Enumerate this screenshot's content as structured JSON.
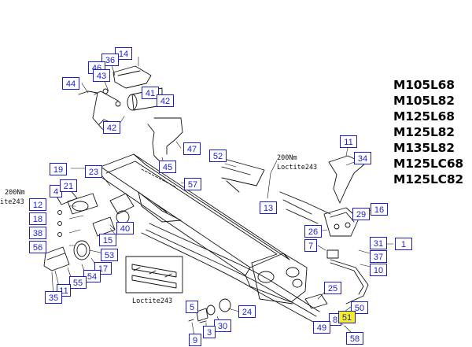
{
  "models": [
    "M105L68",
    "M105L82",
    "M125L68",
    "M125L82",
    "M135L82",
    "M125LC68",
    "M125LC82"
  ],
  "notes": {
    "torque_top": "200Nm",
    "loctite_top": "Loctite243",
    "torque_left": "200Nm",
    "loctite_left": "ite243",
    "loctite_bottom": "Loctite243"
  },
  "callouts": [
    "14",
    "36",
    "46",
    "43",
    "44",
    "41",
    "42",
    "42",
    "47",
    "45",
    "19",
    "23",
    "57",
    "52",
    "13",
    "11",
    "34",
    "12",
    "4",
    "21",
    "18",
    "38",
    "56",
    "16",
    "29",
    "26",
    "7",
    "31",
    "1",
    "37",
    "10",
    "15",
    "40",
    "53",
    "17",
    "54",
    "55",
    "11",
    "35",
    "25",
    "5",
    "24",
    "30",
    "3",
    "9",
    "8",
    "50",
    "49",
    "51",
    "58"
  ],
  "colors": {
    "callout_border": "#1d1dcc",
    "highlight": "#f6ee22"
  }
}
